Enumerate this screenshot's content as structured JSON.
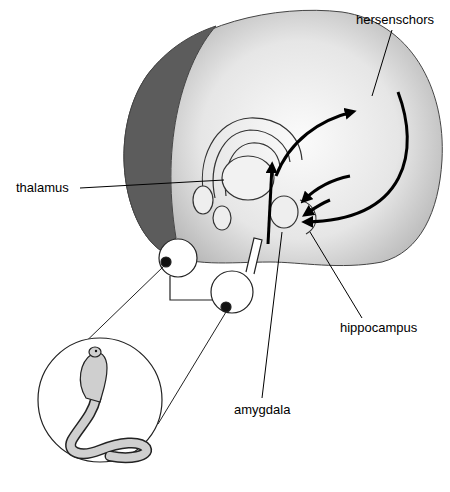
{
  "diagram": {
    "labels": [
      "hersenschors",
      "thalamus",
      "amygdala",
      "hippocampus"
    ]
  }
}
